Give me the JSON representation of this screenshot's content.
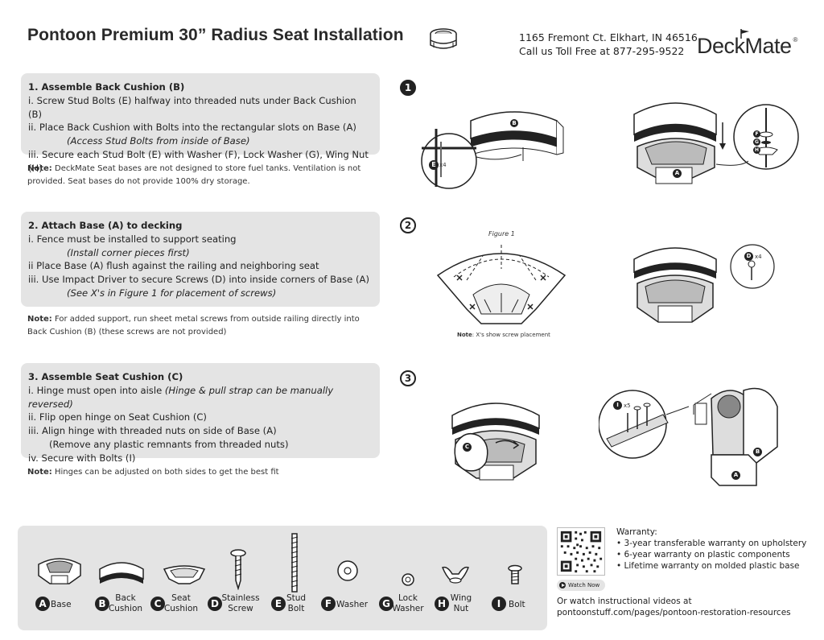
{
  "header": {
    "title": "Pontoon Premium 30” Radius Seat Installation",
    "address_line1": "1165 Fremont Ct. Elkhart, IN 46516",
    "address_line2": "Call us Toll Free at 877-295-9522",
    "logo_text": "DeckMate",
    "logo_mark": "®"
  },
  "step1": {
    "heading": "1. Assemble Back Cushion (B)",
    "line1": "i. Screw Stud Bolts (E) halfway into threaded nuts under Back Cushion (B)",
    "line2": "ii. Place Back Cushion with Bolts into the rectangular slots on Base (A)",
    "line3": "(Access Stud Bolts from inside of Base)",
    "line4": "iii. Secure each Stud Bolt (E) with Washer (F), Lock Washer (G), Wing Nut (H)",
    "note_label": "Note:",
    "note_text": " DeckMate Seat bases are not designed to store fuel tanks. Ventilation is not provided. Seat bases do not provide 100% dry storage.",
    "number": "1",
    "callout_e": "E",
    "callout_e_qty": "x4",
    "callout_b": "B",
    "callout_a": "A",
    "callout_f": "F",
    "callout_g": "G",
    "callout_h": "H",
    "qty_x4": "x4"
  },
  "step2": {
    "heading": "2. Attach Base (A) to decking",
    "line1": "i. Fence must be installed to support seating",
    "line2": "(Install corner pieces first)",
    "line3": "ii Place Base (A) flush against the railing and neighboring seat",
    "line4": "iii. Use Impact Driver to secure Screws (D) into inside corners of Base (A)",
    "line5": "(See X's in Figure 1 for placement of screws)",
    "note_label": "Note:",
    "note_text": " For added support, run sheet metal screws from outside railing directly into Back Cushion (B) (these screws are not provided)",
    "number": "2",
    "figure_label": "Figure 1",
    "figure_note_label": "Note",
    "figure_note_text": ": X's show screw placement",
    "callout_d": "D",
    "callout_d_qty": "x4"
  },
  "step3": {
    "heading": "3. Assemble Seat Cushion (C)",
    "line1": "i. Hinge must open into aisle",
    "line1_italic": "(Hinge & pull strap can be manually reversed)",
    "line2": "ii. Flip open hinge on Seat Cushion (C)",
    "line3": "iii. Align hinge with threaded nuts on side of Base (A)",
    "line4": "(Remove any plastic remnants from threaded nuts)",
    "line5": "iv. Secure with Bolts (I)",
    "note_label": "Note:",
    "note_text": " Hinges can be adjusted on both sides to get the best fit",
    "number": "3",
    "callout_c": "C",
    "callout_i": "I",
    "callout_i_qty": "x5",
    "callout_b": "B",
    "callout_a": "A"
  },
  "parts": [
    {
      "letter": "A",
      "label": "Base"
    },
    {
      "letter": "B",
      "label": "Back\nCushion"
    },
    {
      "letter": "C",
      "label": "Seat\nCushion"
    },
    {
      "letter": "D",
      "label": "Stainless\nScrew"
    },
    {
      "letter": "E",
      "label": "Stud\nBolt"
    },
    {
      "letter": "F",
      "label": "Washer"
    },
    {
      "letter": "G",
      "label": "Lock\nWasher"
    },
    {
      "letter": "H",
      "label": "Wing\nNut"
    },
    {
      "letter": "I",
      "label": "Bolt"
    }
  ],
  "footer": {
    "watch_label": "Watch Now",
    "warranty_title": "Warranty:",
    "warranty_items": [
      "• 3-year transferable warranty on upholstery",
      "• 6-year warranty on plastic components",
      "• Lifetime warranty on molded plastic base"
    ],
    "videos_line1": "Or watch instructional videos at",
    "videos_line2": "pontoonstuff.com/pages/pontoon-restoration-resources"
  }
}
